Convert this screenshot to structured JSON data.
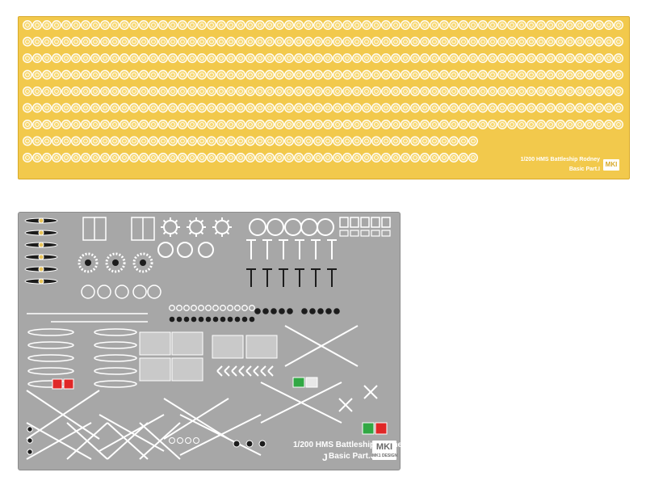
{
  "brass_sheet": {
    "title": "1/200 HMS Battleship Rodney",
    "subtitle": "Basic Part.I",
    "logo": "MKI"
  },
  "steel_sheet": {
    "title": "1/200 HMS Battleship Rodney",
    "subtitle": "Basic Part.J",
    "part_letter": "J",
    "logo": "MKI",
    "logo_sub": "MK1 DESIGN"
  }
}
